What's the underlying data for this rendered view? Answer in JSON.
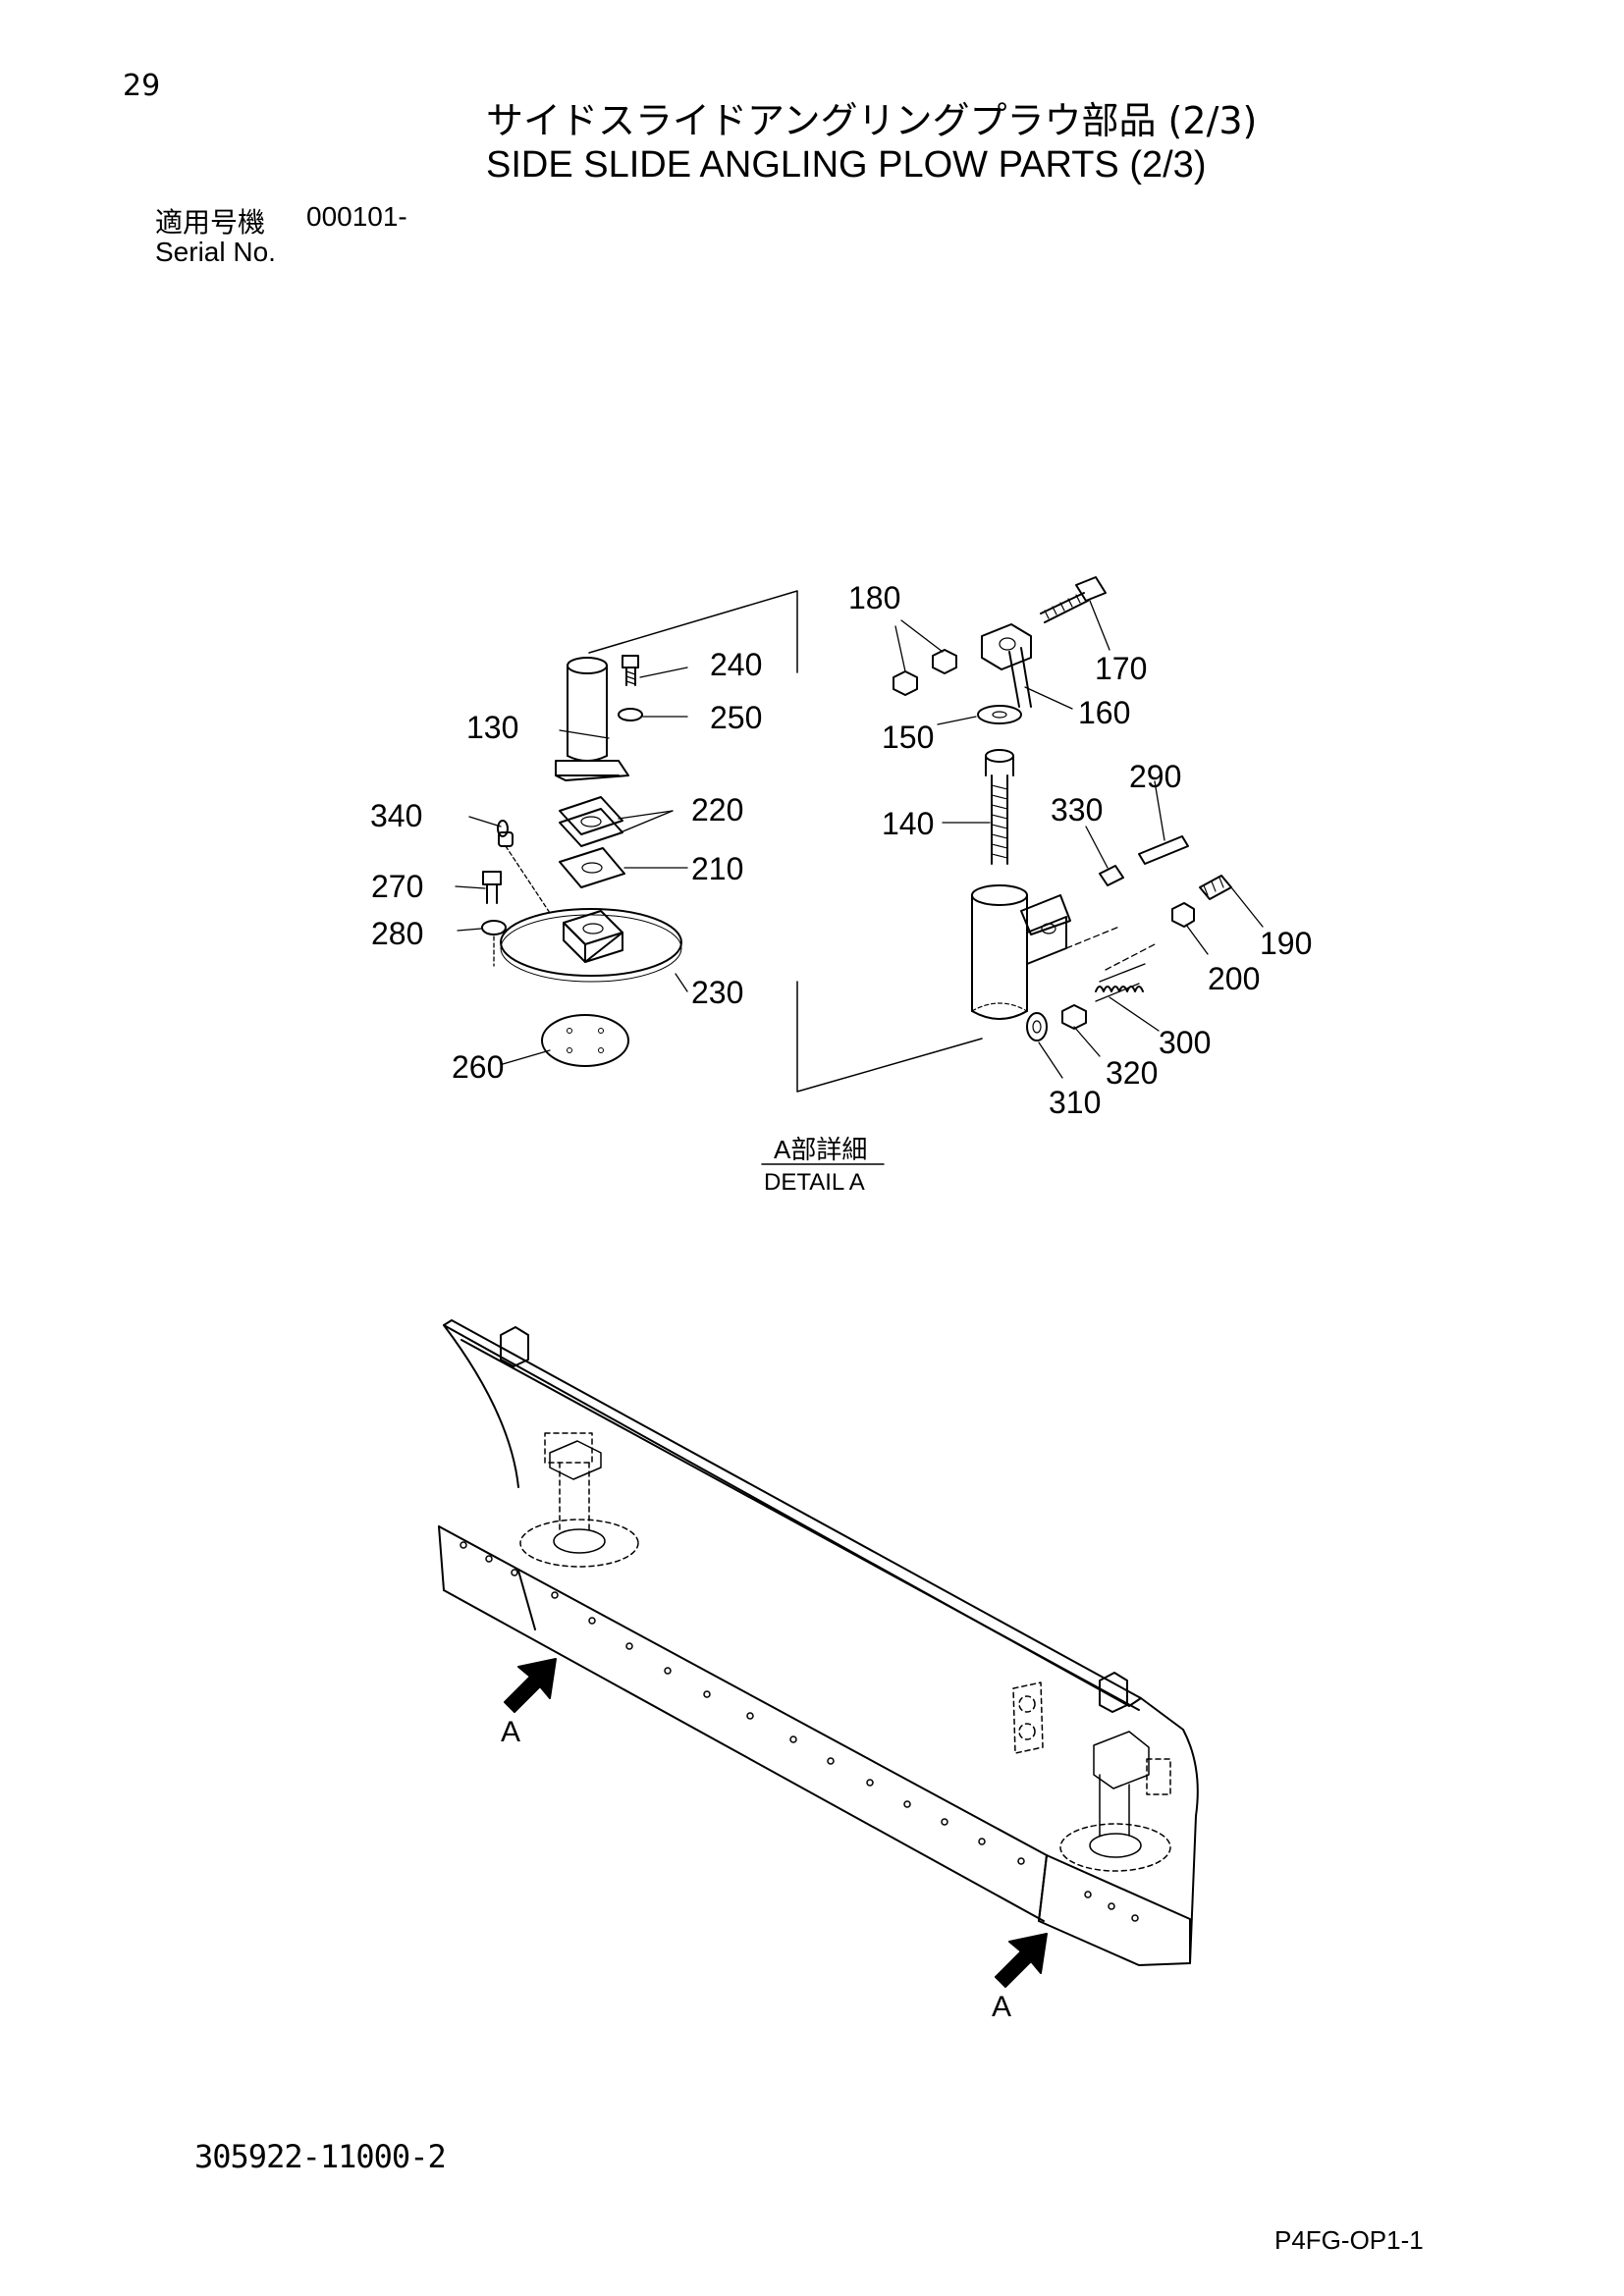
{
  "page": {
    "number": "29",
    "title_jp": "サイドスライドアングリングプラウ部品 (2/3)",
    "title_en": "SIDE SLIDE ANGLING PLOW PARTS (2/3)",
    "serial_label_jp": "適用号機",
    "serial_value": "000101-",
    "serial_label_en": "Serial No.",
    "drawing_number": "305922-11000-2",
    "page_code": "P4FG-OP1-1"
  },
  "detail": {
    "label_jp": "A部詳細",
    "label_en": "DETAIL A",
    "arrow_label": "A"
  },
  "callouts": {
    "c130": "130",
    "c140": "140",
    "c150": "150",
    "c160": "160",
    "c170": "170",
    "c180": "180",
    "c190": "190",
    "c200": "200",
    "c210": "210",
    "c220": "220",
    "c230": "230",
    "c240": "240",
    "c250": "250",
    "c260": "260",
    "c270": "270",
    "c280": "280",
    "c290": "290",
    "c300": "300",
    "c310": "310",
    "c320": "320",
    "c330": "330",
    "c340": "340"
  },
  "colors": {
    "ink": "#000000",
    "paper": "#ffffff"
  }
}
